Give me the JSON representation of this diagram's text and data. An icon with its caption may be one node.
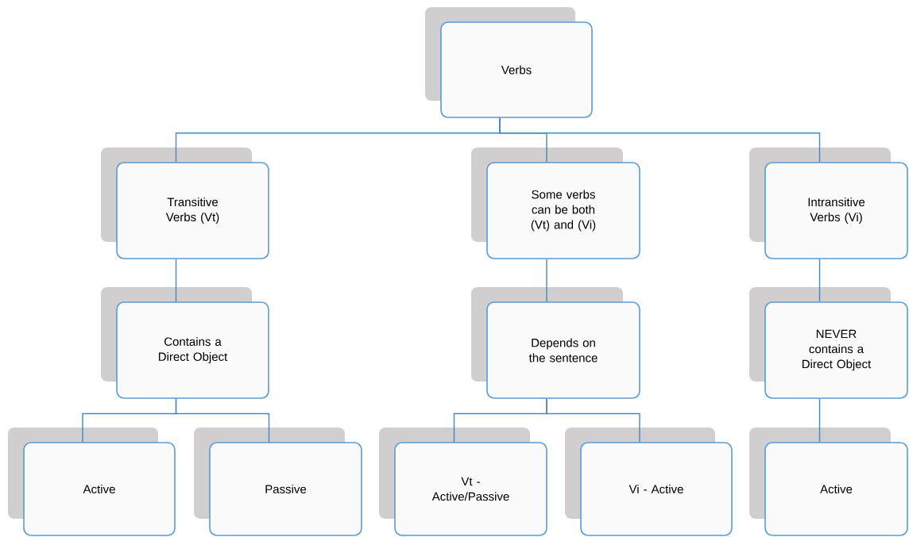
{
  "diagram": {
    "nodes": [
      {
        "text": [
          "Verbs"
        ]
      },
      {
        "text": [
          "Transitive Verbs (Vt)"
        ]
      },
      {
        "text": [
          "Some verbs can be both (Vt) and (Vi)"
        ]
      },
      {
        "text": [
          "Intransitive Verbs (Vi)"
        ]
      },
      {
        "text": [
          "Contains a Direct Object"
        ]
      },
      {
        "text": [
          "Depends on the sentence"
        ]
      },
      {
        "text": [
          "NEVER contains a Direct Object"
        ]
      },
      {
        "text": [
          "Active"
        ]
      },
      {
        "text": [
          "Passive"
        ]
      },
      {
        "text": [
          "Vt - Active/Passive"
        ]
      },
      {
        "text": [
          "Vi - Active"
        ]
      },
      {
        "text": [
          "Active"
        ]
      }
    ],
    "edges": [
      {
        "from": 0,
        "to": 1,
        "arrow": "none"
      },
      {
        "from": 0,
        "to": 2,
        "arrow": "none"
      },
      {
        "from": 0,
        "to": 3,
        "arrow": "none"
      },
      {
        "from": 1,
        "to": 4,
        "arrow": "none"
      },
      {
        "from": 4,
        "to": 7,
        "arrow": "none"
      },
      {
        "from": 4,
        "to": 8,
        "arrow": "none"
      },
      {
        "from": 2,
        "to": 5,
        "arrow": "none"
      },
      {
        "from": 5,
        "to": 9,
        "arrow": "none"
      },
      {
        "from": 5,
        "to": 10,
        "arrow": "none"
      },
      {
        "from": 3,
        "to": 6,
        "arrow": "none"
      },
      {
        "from": 6,
        "to": 11,
        "arrow": "none"
      }
    ]
  }
}
